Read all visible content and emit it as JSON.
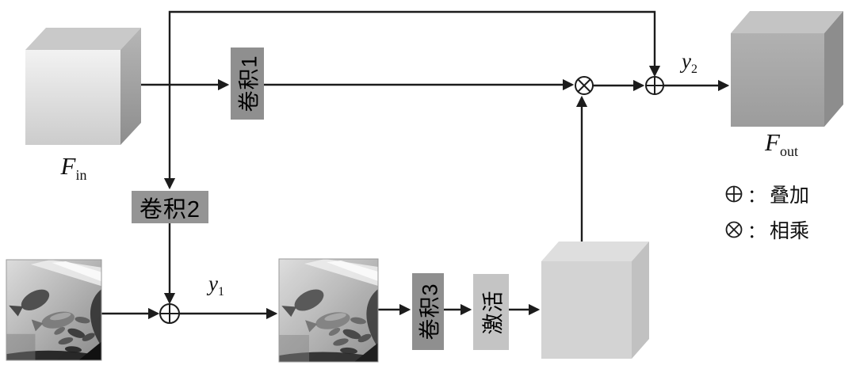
{
  "diagram": {
    "nodes": {
      "input_cube_label": {
        "base": "F",
        "sub": "in"
      },
      "output_cube_label": {
        "base": "F",
        "sub": "out"
      },
      "conv1_label": "卷积1",
      "conv2_label": "卷积2",
      "conv3_label": "卷积3",
      "activation_label": "激活",
      "y1_label": {
        "base": "y",
        "sub": "1"
      },
      "y2_label": {
        "base": "y",
        "sub": "2"
      }
    },
    "operators": {
      "add_icon": "circle-plus-icon",
      "multiply_icon": "circle-times-icon"
    },
    "images": {
      "fish_photo_1": "underwater-fish-photo",
      "fish_photo_2": "underwater-fish-photo-enhanced"
    },
    "legend": {
      "items": [
        {
          "icon": "circle-plus-icon",
          "separator": "：",
          "label": "叠加"
        },
        {
          "icon": "circle-times-icon",
          "separator": "：",
          "label": "相乘"
        }
      ]
    },
    "colors": {
      "line": "#1c1c1c",
      "box_dark": "#8f8f8f",
      "box_medium": "#949494",
      "box_light": "#c4c4c4",
      "cube_input_front": "#e2e2e2",
      "cube_output_front": "#a6a6a6",
      "cube_feature_front": "#d3d3d3",
      "background": "#ffffff"
    }
  }
}
